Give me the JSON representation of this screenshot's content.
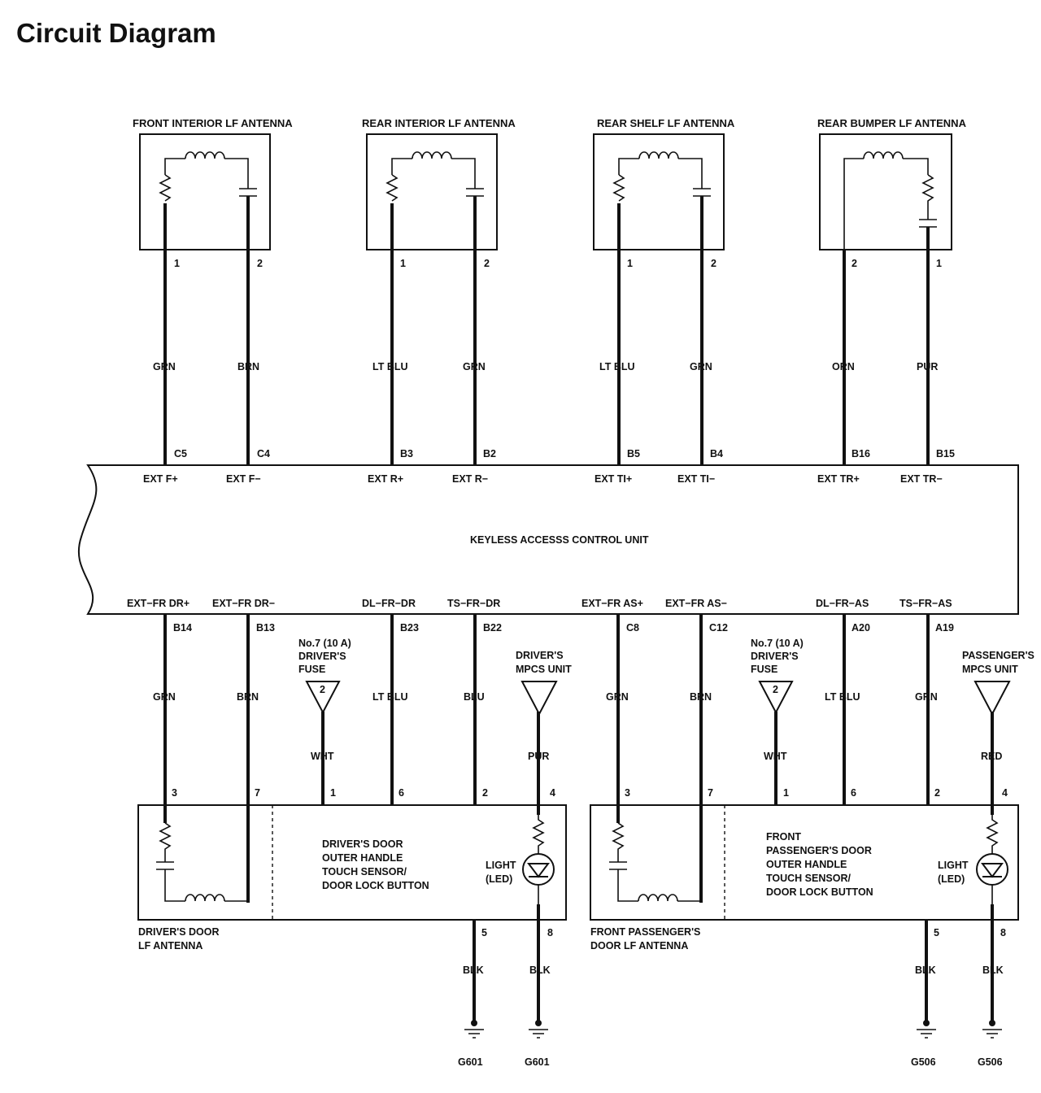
{
  "title": "Circuit Diagram",
  "antennas_top": [
    {
      "name": "FRONT INTERIOR LF ANTENNA",
      "pins": [
        "1",
        "2"
      ],
      "wires": [
        "GRN",
        "BRN"
      ],
      "connectors": [
        "C5",
        "C4"
      ],
      "signals": [
        "EXT F+",
        "EXT F−"
      ]
    },
    {
      "name": "REAR INTERIOR LF ANTENNA",
      "pins": [
        "1",
        "2"
      ],
      "wires": [
        "LT BLU",
        "GRN"
      ],
      "connectors": [
        "B3",
        "B2"
      ],
      "signals": [
        "EXT R+",
        "EXT R−"
      ]
    },
    {
      "name": "REAR SHELF LF ANTENNA",
      "pins": [
        "1",
        "2"
      ],
      "wires": [
        "LT BLU",
        "GRN"
      ],
      "connectors": [
        "B5",
        "B4"
      ],
      "signals": [
        "EXT TI+",
        "EXT TI−"
      ]
    },
    {
      "name": "REAR BUMPER LF ANTENNA",
      "pins": [
        "2",
        "1"
      ],
      "wires": [
        "ORN",
        "PUR"
      ],
      "connectors": [
        "B16",
        "B15"
      ],
      "signals": [
        "EXT TR+",
        "EXT TR−"
      ]
    }
  ],
  "control_unit": {
    "name": "KEYLESS ACCESSS CONTROL UNIT",
    "bottom_signals": [
      "EXT−FR DR+",
      "EXT−FR DR−",
      "DL−FR−DR",
      "TS−FR−DR",
      "EXT−FR AS+",
      "EXT−FR AS−",
      "DL−FR−AS",
      "TS−FR−AS"
    ],
    "bottom_connectors": [
      "B14",
      "B13",
      "B23",
      "B22",
      "C8",
      "C12",
      "A20",
      "A19"
    ]
  },
  "lower_wires": [
    "GRN",
    "BRN",
    "LT BLU",
    "BLU",
    "GRN",
    "BRN",
    "LT BLU",
    "GRN"
  ],
  "fuses": [
    {
      "line1": "No.7 (10 A)",
      "line2": "DRIVER'S",
      "line3": "FUSE",
      "num": "2",
      "wire": "WHT"
    },
    {
      "line1": "No.7 (10 A)",
      "line2": "DRIVER'S",
      "line3": "FUSE",
      "num": "2",
      "wire": "WHT"
    }
  ],
  "mpcs": [
    {
      "line1": "DRIVER'S",
      "line2": "MPCS UNIT",
      "wire": "PUR"
    },
    {
      "line1": "PASSENGER'S",
      "line2": "MPCS UNIT",
      "wire": "RED"
    }
  ],
  "door_left": {
    "pins": [
      "3",
      "7",
      "1",
      "6",
      "2",
      "4"
    ],
    "desc": [
      "DRIVER'S DOOR",
      "OUTER HANDLE",
      "TOUCH SENSOR/",
      "DOOR LOCK BUTTON"
    ],
    "light": [
      "LIGHT",
      "(LED)"
    ],
    "antenna": [
      "DRIVER'S DOOR",
      "LF ANTENNA"
    ],
    "ground_pins": [
      "5",
      "8"
    ],
    "ground_wires": [
      "BLK",
      "BLK"
    ],
    "grounds": [
      "G601",
      "G601"
    ]
  },
  "door_right": {
    "pins": [
      "3",
      "7",
      "1",
      "6",
      "2",
      "4"
    ],
    "desc": [
      "FRONT",
      "PASSENGER'S DOOR",
      "OUTER HANDLE",
      "TOUCH SENSOR/",
      "DOOR LOCK BUTTON"
    ],
    "light": [
      "LIGHT",
      "(LED)"
    ],
    "antenna": [
      "FRONT PASSENGER'S",
      "DOOR LF ANTENNA"
    ],
    "ground_pins": [
      "5",
      "8"
    ],
    "ground_wires": [
      "BLK",
      "BLK"
    ],
    "grounds": [
      "G506",
      "G506"
    ]
  }
}
